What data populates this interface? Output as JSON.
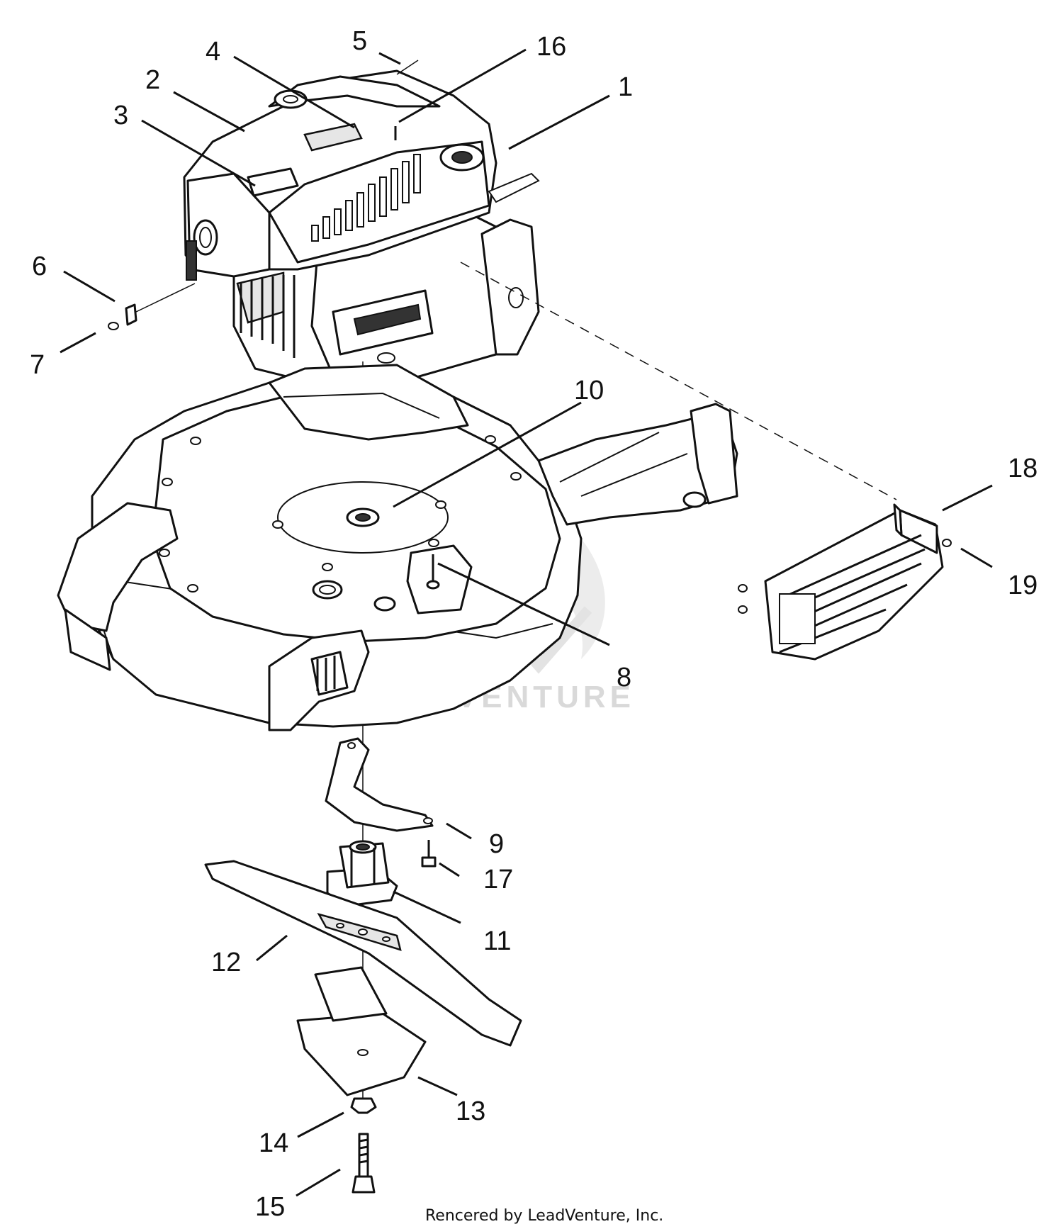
{
  "callouts": [
    {
      "id": "c1",
      "label": "1"
    },
    {
      "id": "c2",
      "label": "2"
    },
    {
      "id": "c3",
      "label": "3"
    },
    {
      "id": "c4",
      "label": "4"
    },
    {
      "id": "c5",
      "label": "5"
    },
    {
      "id": "c6",
      "label": "6"
    },
    {
      "id": "c7",
      "label": "7"
    },
    {
      "id": "c8",
      "label": "8"
    },
    {
      "id": "c9",
      "label": "9"
    },
    {
      "id": "c10",
      "label": "10"
    },
    {
      "id": "c11",
      "label": "11"
    },
    {
      "id": "c12",
      "label": "12"
    },
    {
      "id": "c13",
      "label": "13"
    },
    {
      "id": "c14",
      "label": "14"
    },
    {
      "id": "c15",
      "label": "15"
    },
    {
      "id": "c16",
      "label": "16"
    },
    {
      "id": "c17",
      "label": "17"
    },
    {
      "id": "c18",
      "label": "18"
    },
    {
      "id": "c19",
      "label": "19"
    }
  ],
  "watermark": "LEADVENTURE",
  "credit": "Rencered by LeadVenture, Inc."
}
